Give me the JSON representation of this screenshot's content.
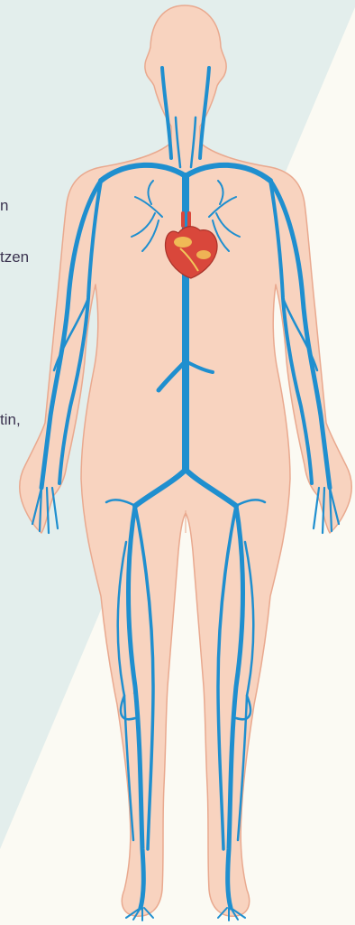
{
  "text_fragments": [
    "n",
    "tzen",
    "tin,"
  ],
  "colors": {
    "background": "#fbfaf3",
    "panel": "#e3eeec",
    "skin": "#f8d3bf",
    "skin_outline": "#e9a98f",
    "vein": "#1f8fcf",
    "vein_dark": "#1467a1",
    "heart": "#d9473b",
    "heart_fat": "#f2c75a",
    "text": "#3b3350"
  },
  "icons": [
    "human-body-figure",
    "heart-icon",
    "venous-system"
  ]
}
